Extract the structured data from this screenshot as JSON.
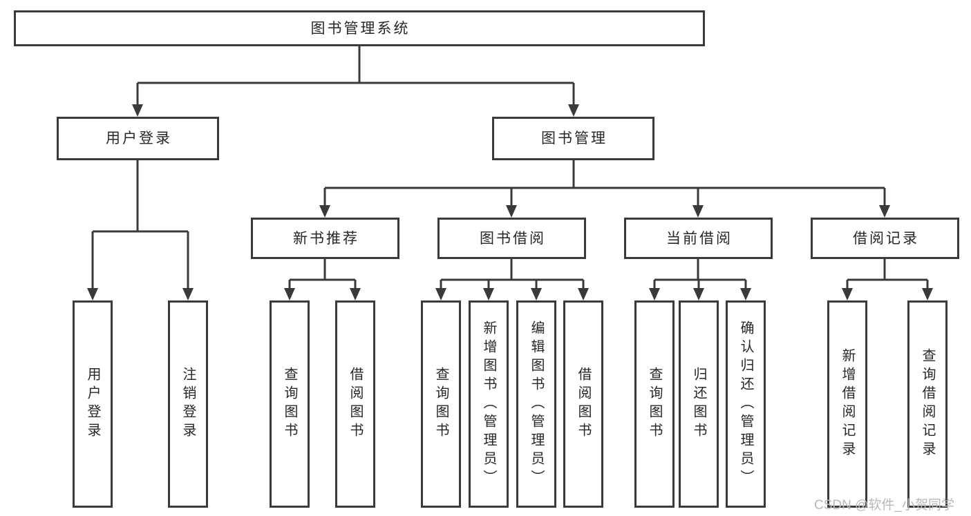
{
  "diagram": {
    "root": "图书管理系统",
    "branches": [
      {
        "label": "用户登录",
        "children": [
          {
            "label": "用户登录"
          },
          {
            "label": "注销登录"
          }
        ]
      },
      {
        "label": "图书管理",
        "children": [
          {
            "label": "新书推荐",
            "children": [
              {
                "label": "查询图书"
              },
              {
                "label": "借阅图书"
              }
            ]
          },
          {
            "label": "图书借阅",
            "children": [
              {
                "label": "查询图书"
              },
              {
                "label": "新增图书（管理员）"
              },
              {
                "label": "编辑图书（管理员）"
              },
              {
                "label": "借阅图书"
              }
            ]
          },
          {
            "label": "当前借阅",
            "children": [
              {
                "label": "查询图书"
              },
              {
                "label": "归还图书"
              },
              {
                "label": "确认归还（管理员）"
              }
            ]
          },
          {
            "label": "借阅记录",
            "children": [
              {
                "label": "新增借阅记录"
              },
              {
                "label": "查询借阅记录"
              }
            ]
          }
        ]
      }
    ]
  },
  "watermark": "CSDN @软件_小贺同学",
  "colors": {
    "line": "#3a3a3a",
    "text": "#272727",
    "watermark": "#b9b9b9",
    "background": "#ffffff"
  }
}
